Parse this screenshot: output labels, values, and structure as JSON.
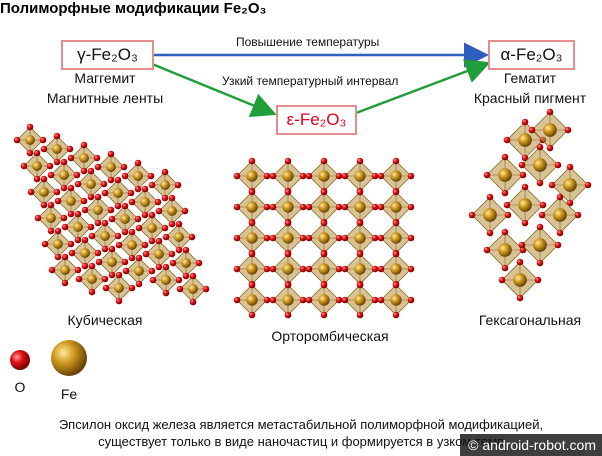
{
  "title": "Полиморфные модификации Fe₂O₃",
  "boxes": {
    "gamma": "γ-Fe₂O₃",
    "alpha": "α-Fe₂O₃",
    "epsilon": "ε-Fe₂O₃"
  },
  "arrows": {
    "top": "Повышение температуры",
    "middle": "Узкий температурный интервал"
  },
  "labels": {
    "gamma_name": "Маггемит",
    "gamma_use": "Магнитные ленты",
    "alpha_name": "Гематит",
    "alpha_use": "Красный пигмент",
    "cubic": "Кубическая",
    "ortho": "Орторомбическая",
    "hex": "Гексагональная"
  },
  "legend": {
    "o": "O",
    "fe": "Fe"
  },
  "caption": {
    "line1": "Эпсилон оксид железа является метастабильной полиморфной модификацией,",
    "line2": "существует только в виде наночастиц и формируется в узком темп"
  },
  "watermark": "© android-robot.com",
  "colors": {
    "box_border": "#e58c8c",
    "epsilon_text": "#e0001b",
    "arrow_blue": "#2e5fbf",
    "arrow_green": "#1f9e3a",
    "oxygen": "#d7191c",
    "iron": "#c88a10",
    "polyhedron": "#b8923f"
  }
}
